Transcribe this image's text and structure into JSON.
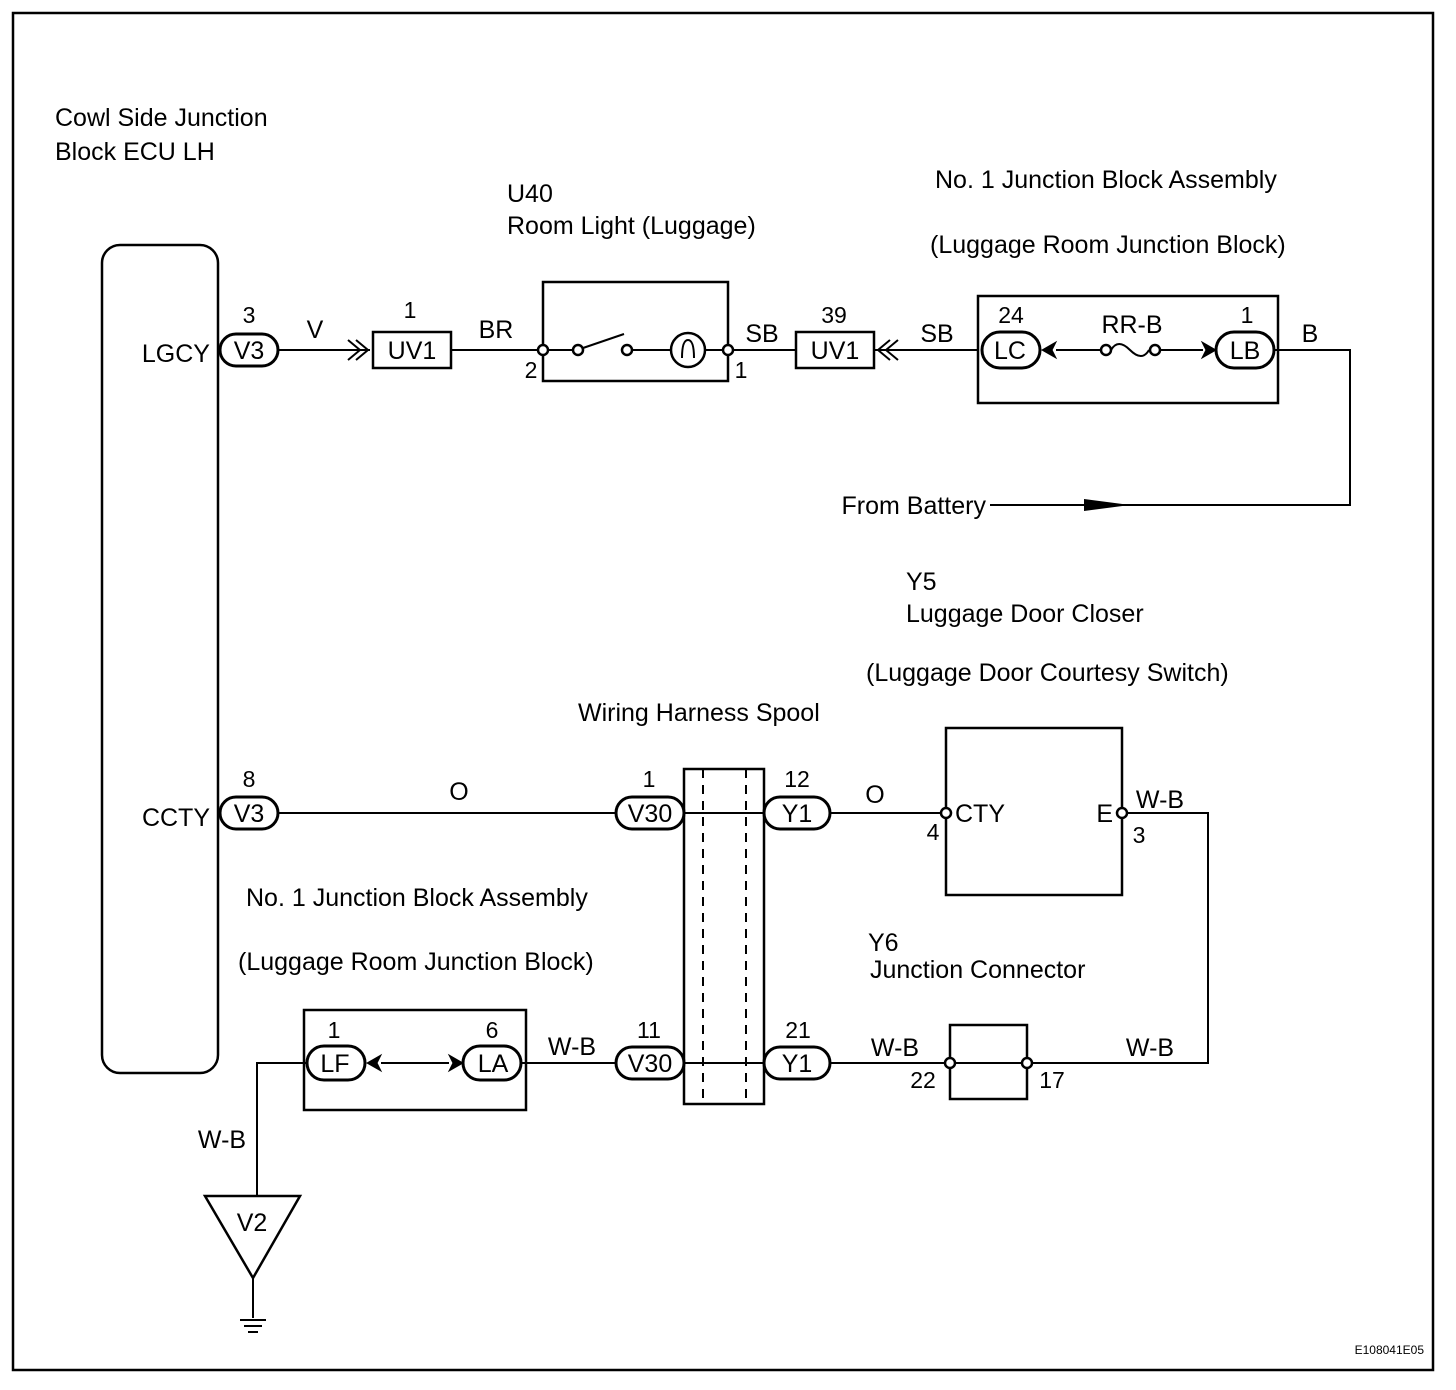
{
  "diagram_id": "E108041E05",
  "components": {
    "ecu": {
      "name_line1": "Cowl Side Junction",
      "name_line2": "Block ECU LH",
      "terminals": {
        "lgcy": "LGCY",
        "ccty": "CCTY"
      }
    },
    "room_light": {
      "code": "U40",
      "name": "Room Light (Luggage)",
      "pin_left": "2",
      "pin_right": "1"
    },
    "jb_upper": {
      "name_line1": "No. 1 Junction Block Assembly",
      "name_line2": "(Luggage Room Junction Block)",
      "pin_lc": "24",
      "conn_lc": "LC",
      "pin_lb": "1",
      "conn_lb": "LB",
      "fuse": "RR-B"
    },
    "battery_label": "From Battery",
    "door_closer": {
      "code": "Y5",
      "name": "Luggage Door Closer",
      "sub": "(Luggage Door Courtesy Switch)",
      "term_cty": "CTY",
      "term_e": "E",
      "pin_cty": "4",
      "pin_e": "3"
    },
    "spool": {
      "name": "Wiring Harness Spool"
    },
    "jb_lower": {
      "name_line1": "No. 1 Junction Block Assembly",
      "name_line2": "(Luggage Room Junction Block)",
      "pin_lf": "1",
      "conn_lf": "LF",
      "pin_la": "6",
      "conn_la": "LA"
    },
    "junction_connector": {
      "code": "Y6",
      "name": "Junction Connector",
      "pin_left": "22",
      "pin_right": "17"
    },
    "ground": {
      "conn": "V2"
    }
  },
  "connectors": {
    "v3_top": {
      "pin": "3",
      "label": "V3"
    },
    "uv1_left": {
      "pin": "1",
      "label": "UV1"
    },
    "uv1_right": {
      "pin": "39",
      "label": "UV1"
    },
    "v3_bottom": {
      "pin": "8",
      "label": "V3"
    },
    "v30_top": {
      "pin": "1",
      "label": "V30"
    },
    "y1_top": {
      "pin": "12",
      "label": "Y1"
    },
    "v30_bottom": {
      "pin": "11",
      "label": "V30"
    },
    "y1_bottom": {
      "pin": "21",
      "label": "Y1"
    }
  },
  "wires": {
    "v": "V",
    "br": "BR",
    "sb_left": "SB",
    "sb_right": "SB",
    "b": "B",
    "o_left": "O",
    "o_right": "O",
    "wb_y5": "W-B",
    "wb_la": "W-B",
    "wb_y1": "W-B",
    "wb_17": "W-B",
    "wb_ground": "W-B"
  }
}
